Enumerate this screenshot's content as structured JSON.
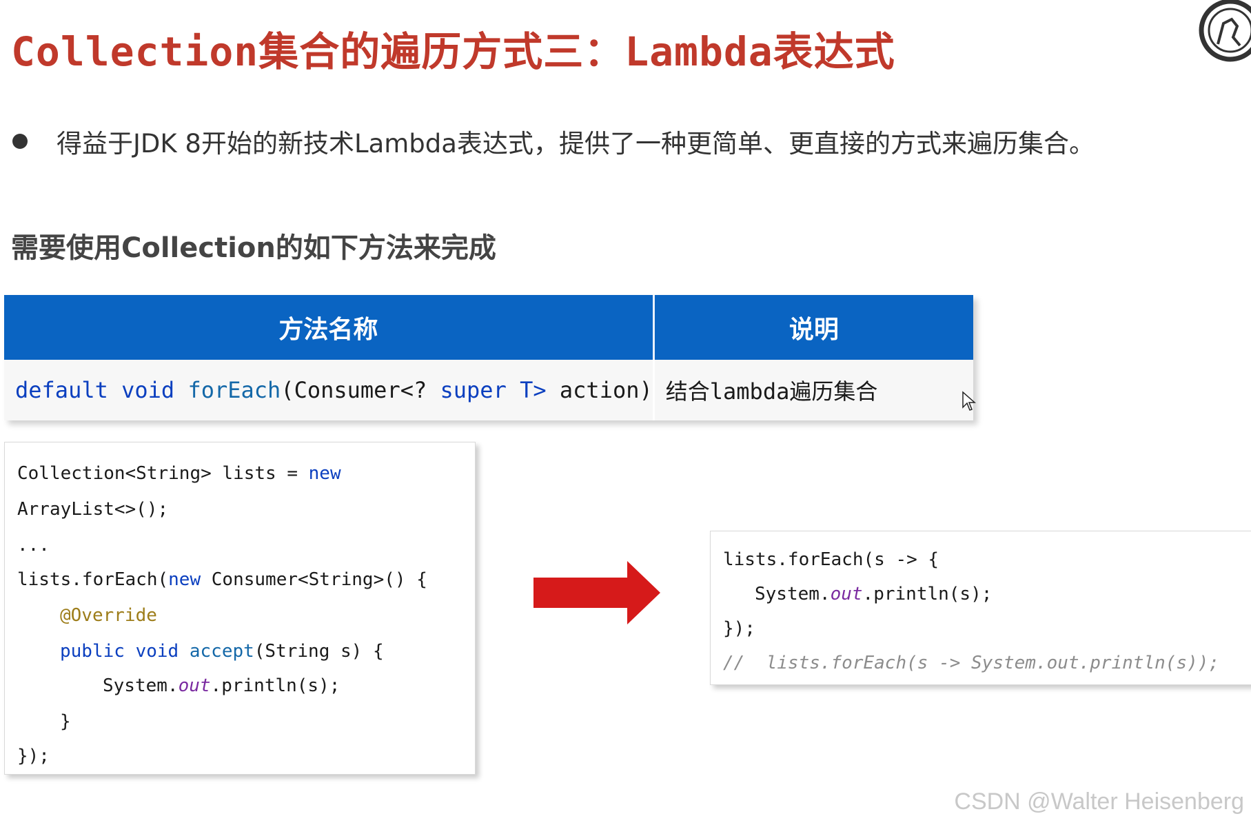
{
  "slide": {
    "title": "Collection集合的遍历方式三：Lambda表达式",
    "bullet": "得益于JDK 8开始的新技术Lambda表达式，提供了一种更简单、更直接的方式来遍历集合。",
    "subheading": "需要使用Collection的如下方法来完成"
  },
  "table": {
    "headers": [
      "方法名称",
      "说明"
    ],
    "row": {
      "method_tokens": {
        "t1": "default",
        "t2": "void",
        "t3": "forEach",
        "t4": "(Consumer<?",
        "t5": "super",
        "t6": "T>",
        "t7": "action)"
      },
      "description": "结合lambda遍历集合"
    }
  },
  "code_left": {
    "l1a": "Collection<String> lists = ",
    "l1b": "new",
    "l2": "ArrayList<>();",
    "l3": "...",
    "l4a": "lists.forEach(",
    "l4b": "new",
    "l4c": " Consumer<String>() {",
    "l5": "@Override",
    "l6a": "public",
    "l6b": " ",
    "l6c": "void",
    "l6d": " ",
    "l6e": "accept",
    "l6f": "(String s) {",
    "l7a": "System.",
    "l7b": "out",
    "l7c": ".println(s);",
    "l8": "}",
    "l9": "});"
  },
  "code_right": {
    "l1": "lists.forEach(s -> {",
    "l2a": "System.",
    "l2b": "out",
    "l2c": ".println(s);",
    "l3": "});",
    "l4": "//  lists.forEach(s -> System.out.println(s));"
  },
  "watermark": "CSDN @Walter Heisenberg",
  "colors": {
    "title": "#c0392b",
    "table_header": "#0a64c2",
    "arrow": "#d61a1a",
    "keyword": "#0b3fbf"
  },
  "icons": {
    "logo": "logo-icon",
    "arrow": "right-arrow-icon",
    "cursor": "mouse-cursor-icon"
  }
}
